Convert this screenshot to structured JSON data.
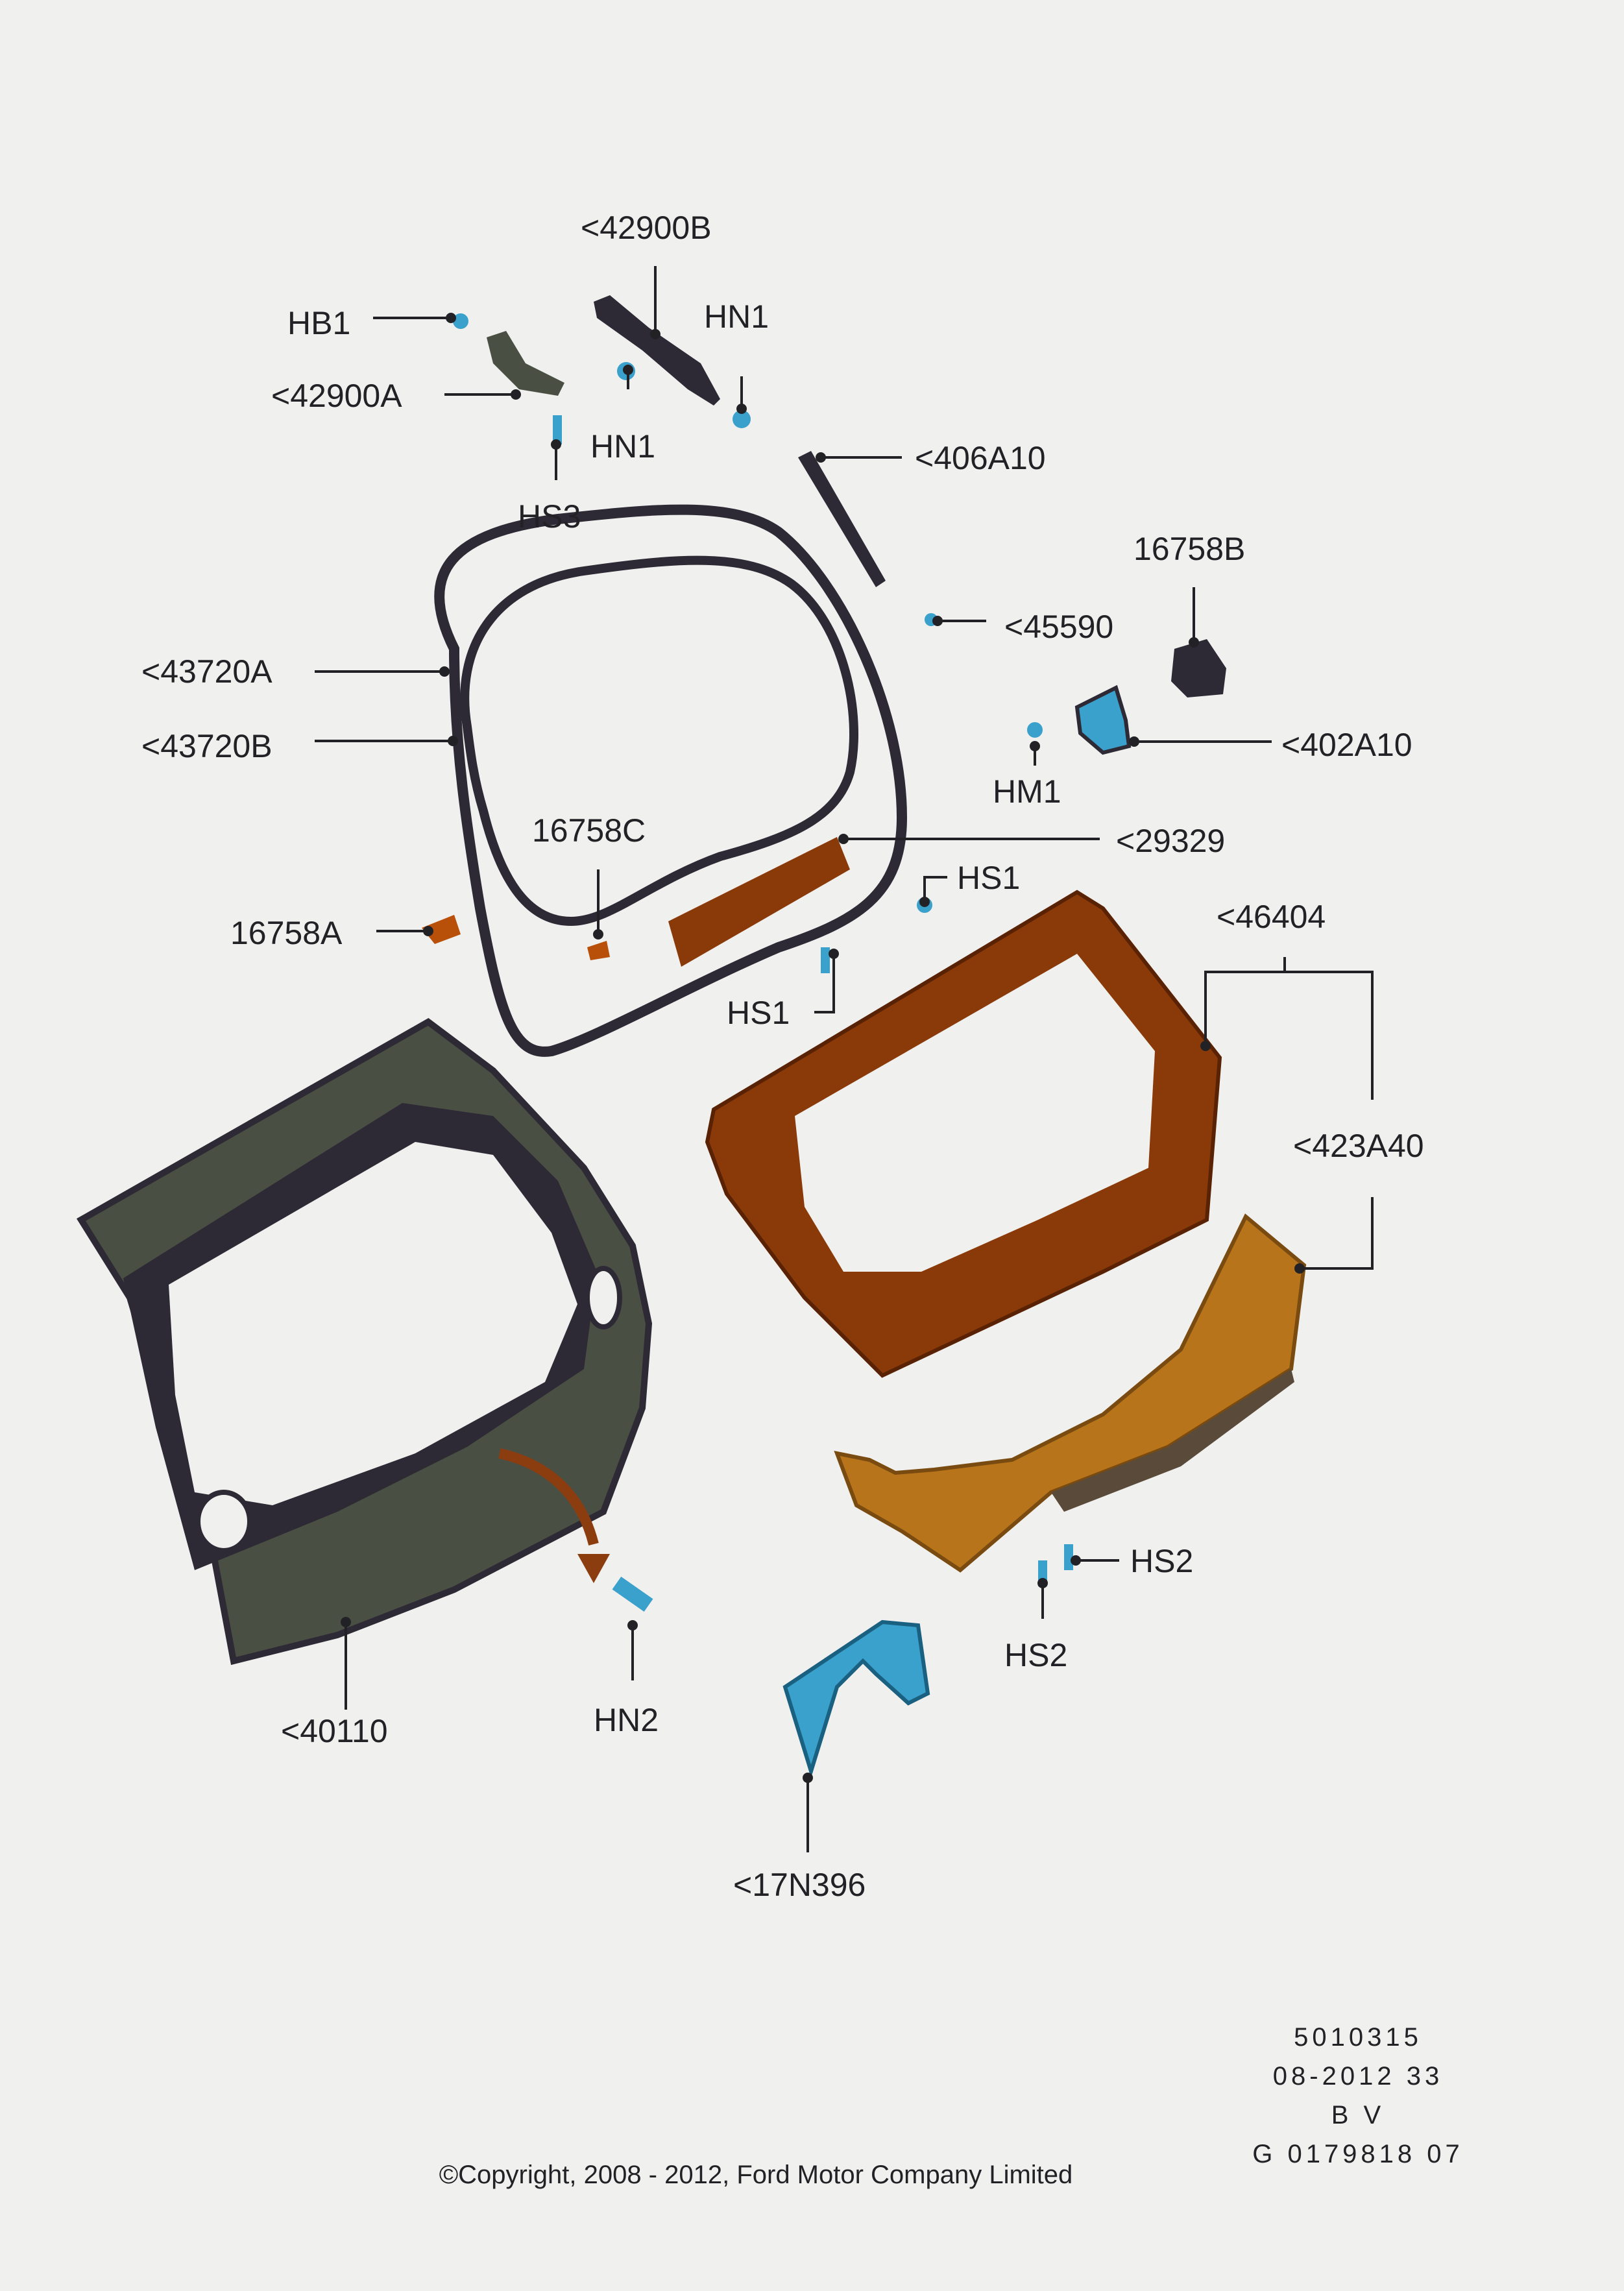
{
  "labels": {
    "l42900B": "<42900B",
    "hb1": "HB1",
    "hn1_top": "HN1",
    "l42900A": "<42900A",
    "hn1_mid": "HN1",
    "hs3": "HS3",
    "l406A10": "<406A10",
    "l16758B": "16758B",
    "l45590": "<45590",
    "l43720A": "<43720A",
    "l43720B": "<43720B",
    "l402A10": "<402A10",
    "hm1": "HM1",
    "l16758C": "16758C",
    "l29329": "<29329",
    "hs1_right": "HS1",
    "l16758A": "16758A",
    "l46404": "<46404",
    "hs1_left": "HS1",
    "l423A40": "<423A40",
    "hs2_right": "HS2",
    "hs2_bottom": "HS2",
    "l40110": "<40110",
    "hn2": "HN2",
    "l17N396": "<17N396"
  },
  "meta": {
    "line1": "5010315",
    "line2": "08-2012 33",
    "line3": "B V",
    "line4": "G 0179818 07"
  },
  "copyright": "©Copyright, 2008 - 2012, Ford Motor Company Limited",
  "colors": {
    "background": "#f0f0ee",
    "outer_panel": "#4a4f44",
    "outer_panel_dark": "#2e2a35",
    "inner_panel": "#8a3a08",
    "spoiler": "#b8741a",
    "fasteners": "#3aa0cc",
    "seal": "#2e2a35",
    "arrow": "#8b3d10"
  }
}
